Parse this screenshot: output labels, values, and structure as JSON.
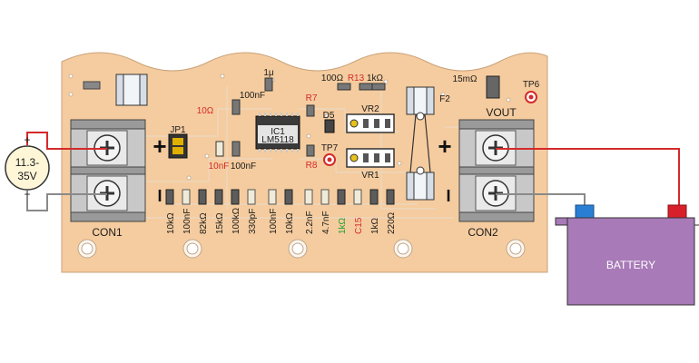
{
  "colors": {
    "pcb": "#f5cc9f",
    "trace": "#ecd8c2",
    "wire_red": "#d42a2a",
    "wire_grey": "#8a8a8a",
    "battery": "#a87ab8",
    "terminal_red": "#d8202a",
    "terminal_blue": "#2a7fd4",
    "accent_red": "#d42a2a",
    "accent_green": "#1f9d2f"
  },
  "supply": {
    "line1": "11.3-",
    "line2": "35V",
    "plus": "+",
    "minus": "−"
  },
  "battery": {
    "label": "BATTERY"
  },
  "connectors": {
    "con1": "CON1",
    "con2": "CON2",
    "vout": "VOUT",
    "plus": "+",
    "minus": "I"
  },
  "labels": {
    "jp1": "JP1",
    "ic1": "IC1",
    "ic1_part": "LM5118",
    "d5": "D5",
    "f2": "F2",
    "vr1": "VR1",
    "vr2": "VR2",
    "tp6": "TP6",
    "tp7": "TP7",
    "r7": "R7",
    "r8": "R8",
    "r13": "R13",
    "c15": "C15",
    "cap_1u": "1μ",
    "cap_100nf_top": "100nF",
    "r_10ohm": "10Ω",
    "cap_10nf": "10nF",
    "cap_100nf_mid": "100nF",
    "r_100ohm": "100Ω",
    "r_1k_top": "1kΩ",
    "r_15mohm": "15mΩ"
  },
  "bottom_row": [
    "10kΩ",
    "100nF",
    "82kΩ",
    "15kΩ",
    "100kΩ",
    "330pF",
    "100nF",
    "10kΩ",
    "2.2nF",
    "4.7nF",
    "1kΩ",
    "C15",
    "1kΩ",
    "220Ω"
  ]
}
